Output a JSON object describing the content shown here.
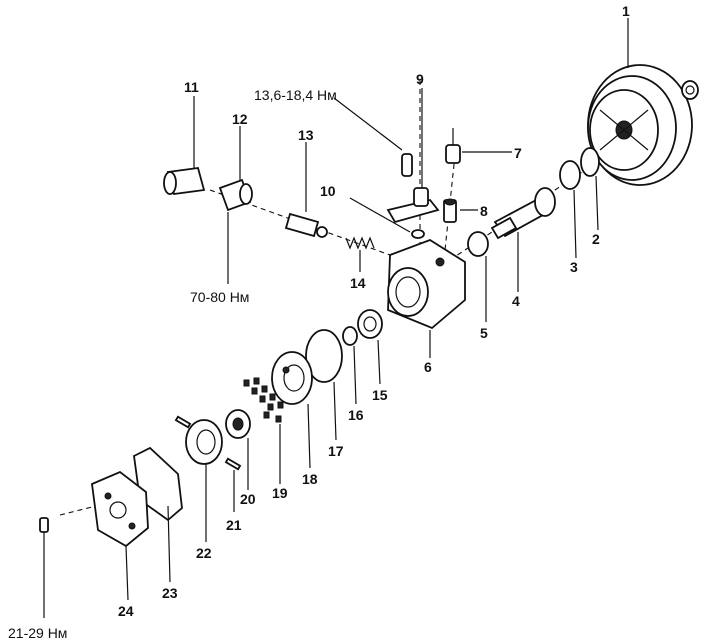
{
  "callouts": [
    "1",
    "2",
    "3",
    "4",
    "5",
    "6",
    "7",
    "8",
    "9",
    "10",
    "11",
    "12",
    "13",
    "14",
    "15",
    "16",
    "17",
    "18",
    "19",
    "20",
    "21",
    "22",
    "23",
    "24"
  ],
  "torques": {
    "t1": "13,6-18,4 Нм",
    "t2": "70-80 Нм",
    "t3": "21-29 Нм"
  }
}
